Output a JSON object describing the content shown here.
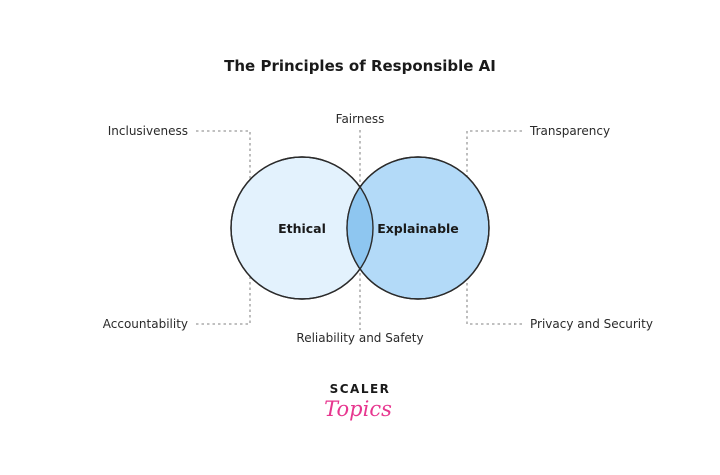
{
  "title": "The Principles of Responsible AI",
  "circles": {
    "left": {
      "label": "Ethical",
      "fill": "#e3f2fd",
      "stroke": "#2b2b2b"
    },
    "right": {
      "label": "Explainable",
      "fill": "#b3daf8",
      "stroke": "#2b2b2b"
    },
    "overlap_fill": "#8ec6f0"
  },
  "principles": {
    "top_left": "Inclusiveness",
    "top_center": "Fairness",
    "top_right": "Transparency",
    "bottom_left": "Accountability",
    "bottom_center": "Reliability and Safety",
    "bottom_right": "Privacy and Security"
  },
  "brand": {
    "name": "SCALER",
    "sub": "Topics",
    "accent": "#e7368f"
  },
  "colors": {
    "connector": "#9a9a9a",
    "text": "#1a1a1a"
  }
}
